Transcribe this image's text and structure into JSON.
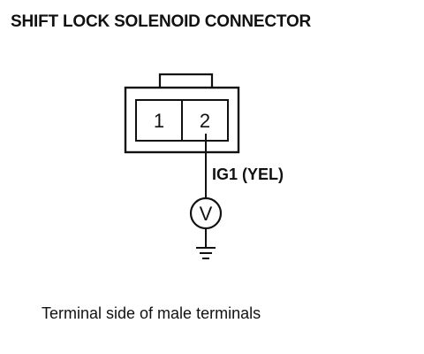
{
  "diagram": {
    "title": "SHIFT LOCK SOLENOID CONNECTOR",
    "connector": {
      "terminals": [
        {
          "label": "1"
        },
        {
          "label": "2"
        }
      ]
    },
    "wire": {
      "label": "IG1 (YEL)"
    },
    "meter": {
      "symbol": "V"
    },
    "caption": "Terminal side of male terminals"
  }
}
